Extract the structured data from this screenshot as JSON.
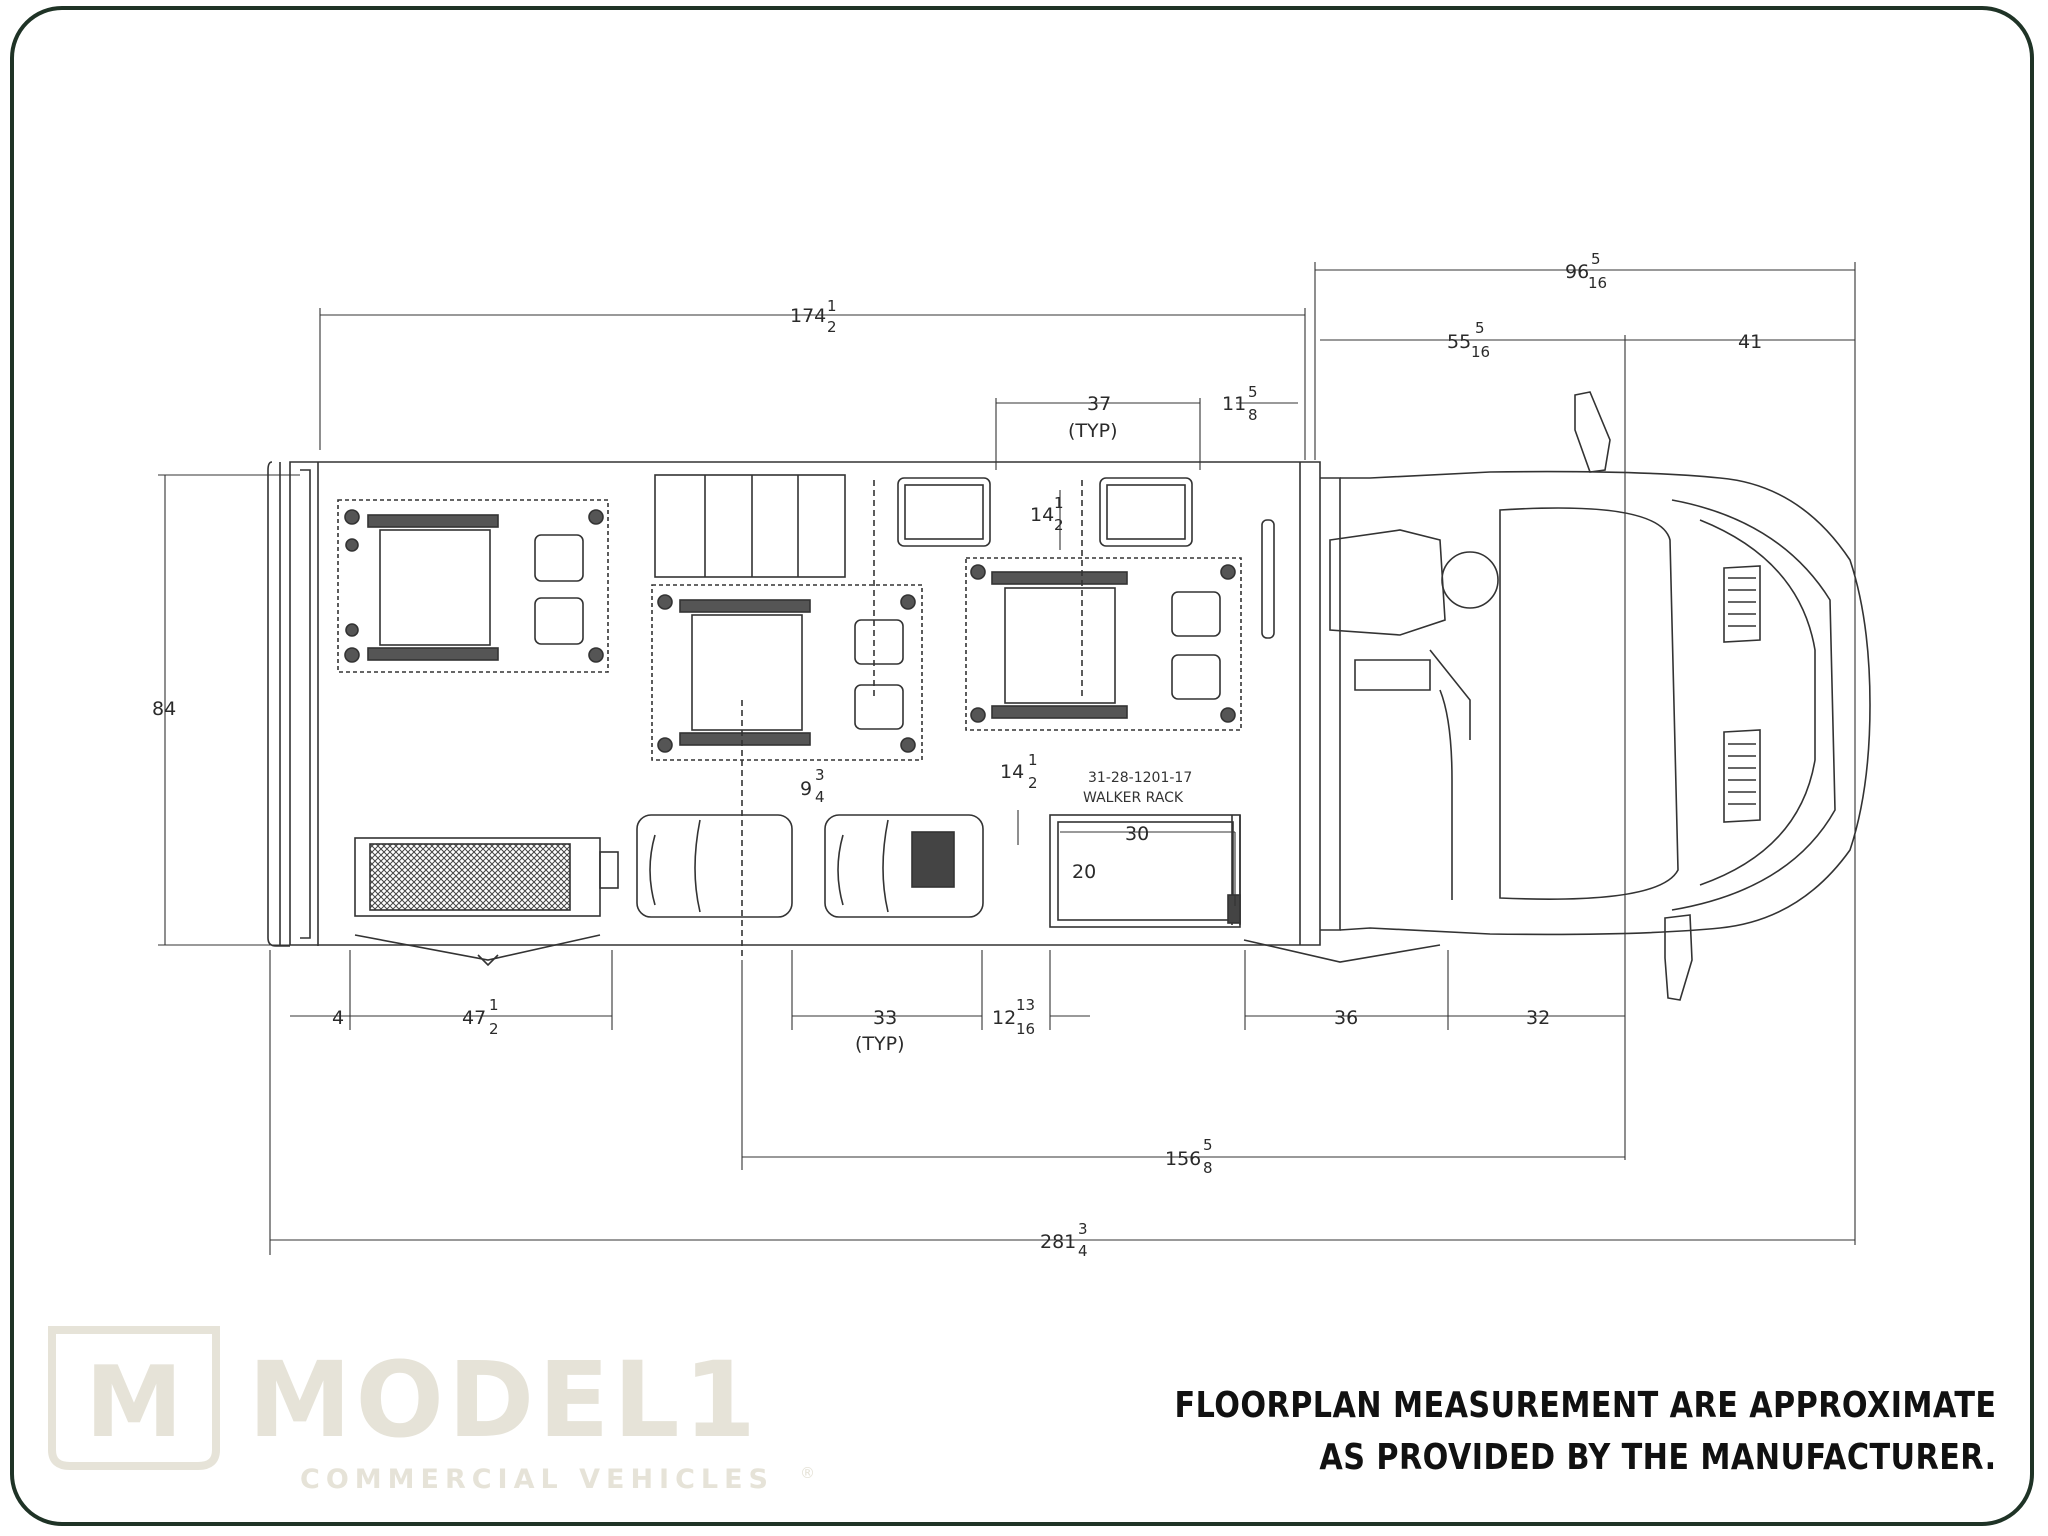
{
  "dimensions": {
    "overall_length": {
      "whole": "281",
      "num": "3",
      "den": "4"
    },
    "body_length": {
      "whole": "174",
      "num": "1",
      "den": "2"
    },
    "cab_length": {
      "whole": "96",
      "num": "5",
      "den": "16"
    },
    "cab_to_axle": {
      "whole": "55",
      "num": "5",
      "den": "16"
    },
    "front_overhang": "41",
    "seat_spacing_top": "37",
    "typ": "(TYP)",
    "partition_gap": {
      "whole": "11",
      "num": "5",
      "den": "8"
    },
    "seat_gap": {
      "whole": "14",
      "num": "1",
      "den": "2"
    },
    "aisle_gap": {
      "whole": "14",
      "num": "1",
      "den": "2"
    },
    "width": "84",
    "rear_offset": "4",
    "rear_door": {
      "whole": "47",
      "num": "1",
      "den": "2"
    },
    "seat_spacing_bottom": "33",
    "rack_offset": {
      "whole": "12",
      "num": "13",
      "den": "16"
    },
    "entry_door": "36",
    "step_well": "32",
    "wheelbase": {
      "whole": "156",
      "num": "5",
      "den": "8"
    },
    "lift_gap": {
      "whole": "9",
      "num": "3",
      "den": "4"
    },
    "rack_width": "30",
    "rack_depth": "20"
  },
  "walker_rack": {
    "part_number": "31-28-1201-17",
    "label": "WALKER RACK"
  },
  "brand": {
    "name": "MODEL1",
    "monogram": "M",
    "tagline": "COMMERCIAL VEHICLES",
    "mark": "®",
    "color": "#e6e3d8"
  },
  "disclaimer": {
    "line1": "FLOORPLAN MEASUREMENT ARE APPROXIMATE",
    "line2": "AS PROVIDED BY THE MANUFACTURER."
  },
  "colors": {
    "frame": "#1f3326",
    "linework": "#333333"
  }
}
